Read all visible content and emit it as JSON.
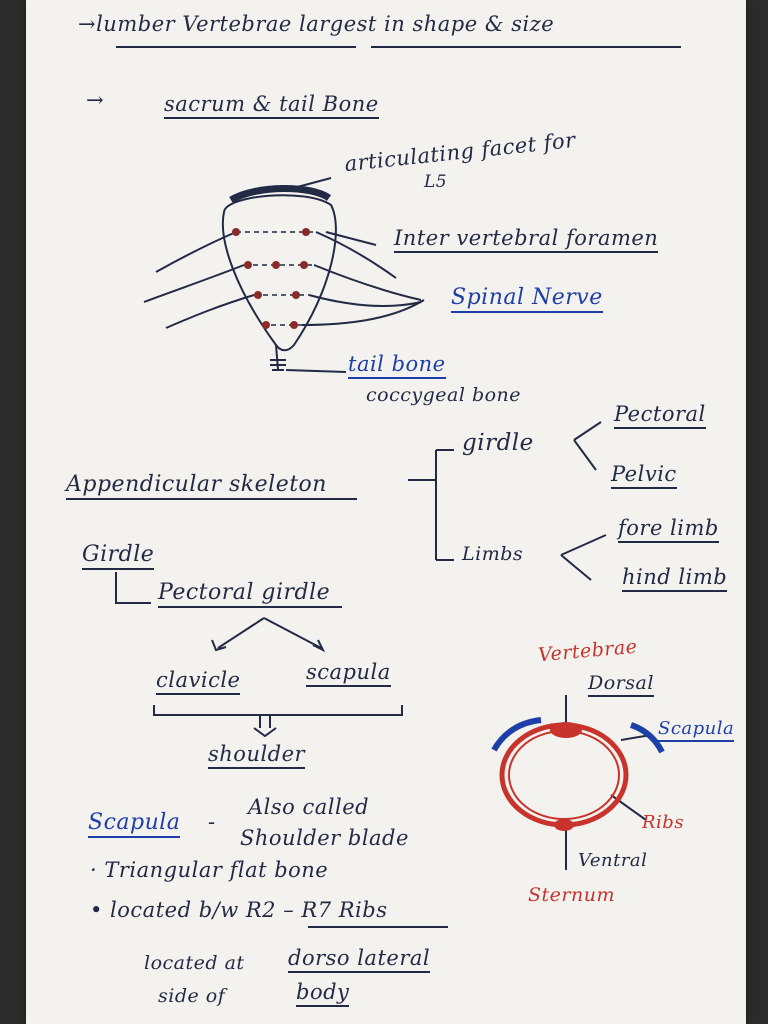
{
  "notes": {
    "line1": "→lumber Vertebrae largest in shape & size",
    "line2_arrow": "→",
    "line2": "sacrum & tail Bone",
    "sacrum_labels": {
      "facet": "articulating facet for",
      "facet_l5": "L5",
      "foramen": "Inter vertebral foramen",
      "nerve": "Spinal Nerve",
      "tail": "tail bone",
      "coccygeal": "coccygeal bone"
    },
    "appendicular": {
      "title": "Appendicular skeleton",
      "girdle": "girdle",
      "pectoral": "Pectoral",
      "pelvic": "Pelvic",
      "limbs": "Limbs",
      "fore": "fore limb",
      "hind": "hind limb"
    },
    "girdle_section": {
      "heading": "Girdle",
      "pectoral_girdle": "Pectoral girdle",
      "clavicle": "clavicle",
      "scapula": "scapula",
      "shoulder": "shoulder"
    },
    "ribcage": {
      "vertebrae": "Vertebrae",
      "dorsal": "Dorsal",
      "scapula": "Scapula",
      "ribs": "Ribs",
      "ventral": "Ventral",
      "sternum": "Sternum"
    },
    "scapula_notes": {
      "term": "Scapula",
      "dash": "-",
      "also": "Also called",
      "blade": "Shoulder blade",
      "b1": "· Triangular flat bone",
      "b2": "• located b/w R2 – R7 Ribs",
      "loc1_a": "located at",
      "loc1_b": "dorso lateral",
      "loc2_a": "side of",
      "loc2_b": "body"
    }
  },
  "colors": {
    "ink": "#232a45",
    "blue": "#1f3fa8",
    "red": "#c8332b",
    "paper": "#f3f2ef"
  }
}
